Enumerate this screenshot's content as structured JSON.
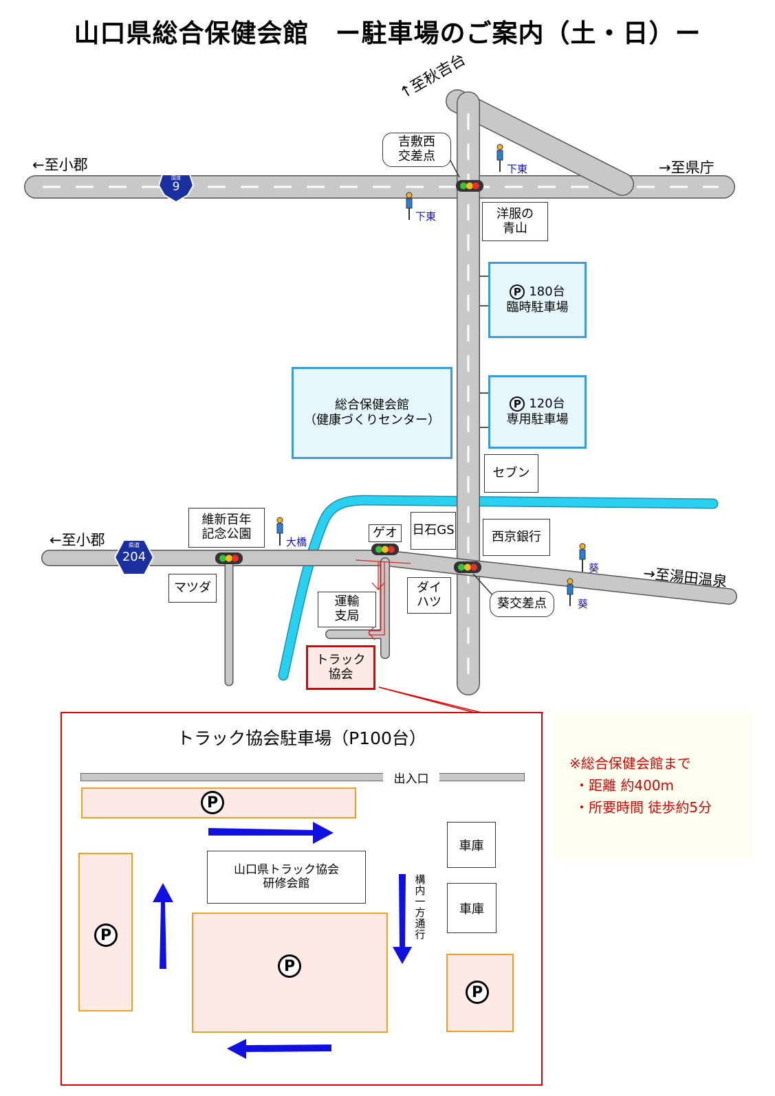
{
  "title": "山口県総合保健会館　ー駐車場のご案内（土・日）ー",
  "directions": {
    "north": "↑至秋吉台",
    "west_top": "←至小郡",
    "east_top": "→至県庁",
    "west_bottom": "←至小郡",
    "east_bottom": "→至湯田温泉"
  },
  "route_shields": {
    "national_caption": "国道",
    "national_number": "9",
    "prefectural_caption": "県道",
    "prefectural_number": "204"
  },
  "intersections": {
    "yoshiki_nishi": "吉敷西\n交差点",
    "aoi": "葵交差点"
  },
  "bus_stops": {
    "shimohigashi_1": "下東",
    "shimohigashi_2": "下東",
    "ohashi": "大橋",
    "aoi_1": "葵",
    "aoi_2": "葵"
  },
  "landmarks": {
    "aoyama": "洋服の\n青山",
    "seven": "セブン",
    "saikyo_bank": "西京銀行",
    "nisseki_gs": "日石GS",
    "geo": "ゲオ",
    "daihatsu": "ダイ\nハツ",
    "unyu": "運輸\n支局",
    "mazda": "マツダ",
    "ishin_park": "維新百年\n記念公園",
    "truck_assoc": "トラック\n協会"
  },
  "parking": {
    "temp_count": "180台",
    "temp_label": "臨時駐車場",
    "dedicated_count": "120台",
    "dedicated_label": "専用駐車場",
    "p_symbol": "P"
  },
  "center": {
    "name": "総合保健会館",
    "sub": "（健康づくりセンター）"
  },
  "detail": {
    "title": "トラック協会駐車場（P100台）",
    "entrance": "出入口",
    "training_hall": "山口県トラック協会\n研修会館",
    "garage_1": "車庫",
    "garage_2": "車庫",
    "one_way": "構内一方通行"
  },
  "note": {
    "line1": "※総合保健会館まで",
    "line2": "・距離 約400m",
    "line3": "・所要時間 徒歩約5分"
  },
  "colors": {
    "road": "#c8c8c8",
    "river": "#2ad0f0",
    "blue_box_border": "#3b9ad9",
    "blue_box_fill": "#e6f7fb",
    "red_frame": "#e00000",
    "lot_fill": "#fde9e6",
    "lot_border": "#f0a020",
    "arrow_blue": "#1010e0",
    "note_bg": "#fffff0"
  }
}
